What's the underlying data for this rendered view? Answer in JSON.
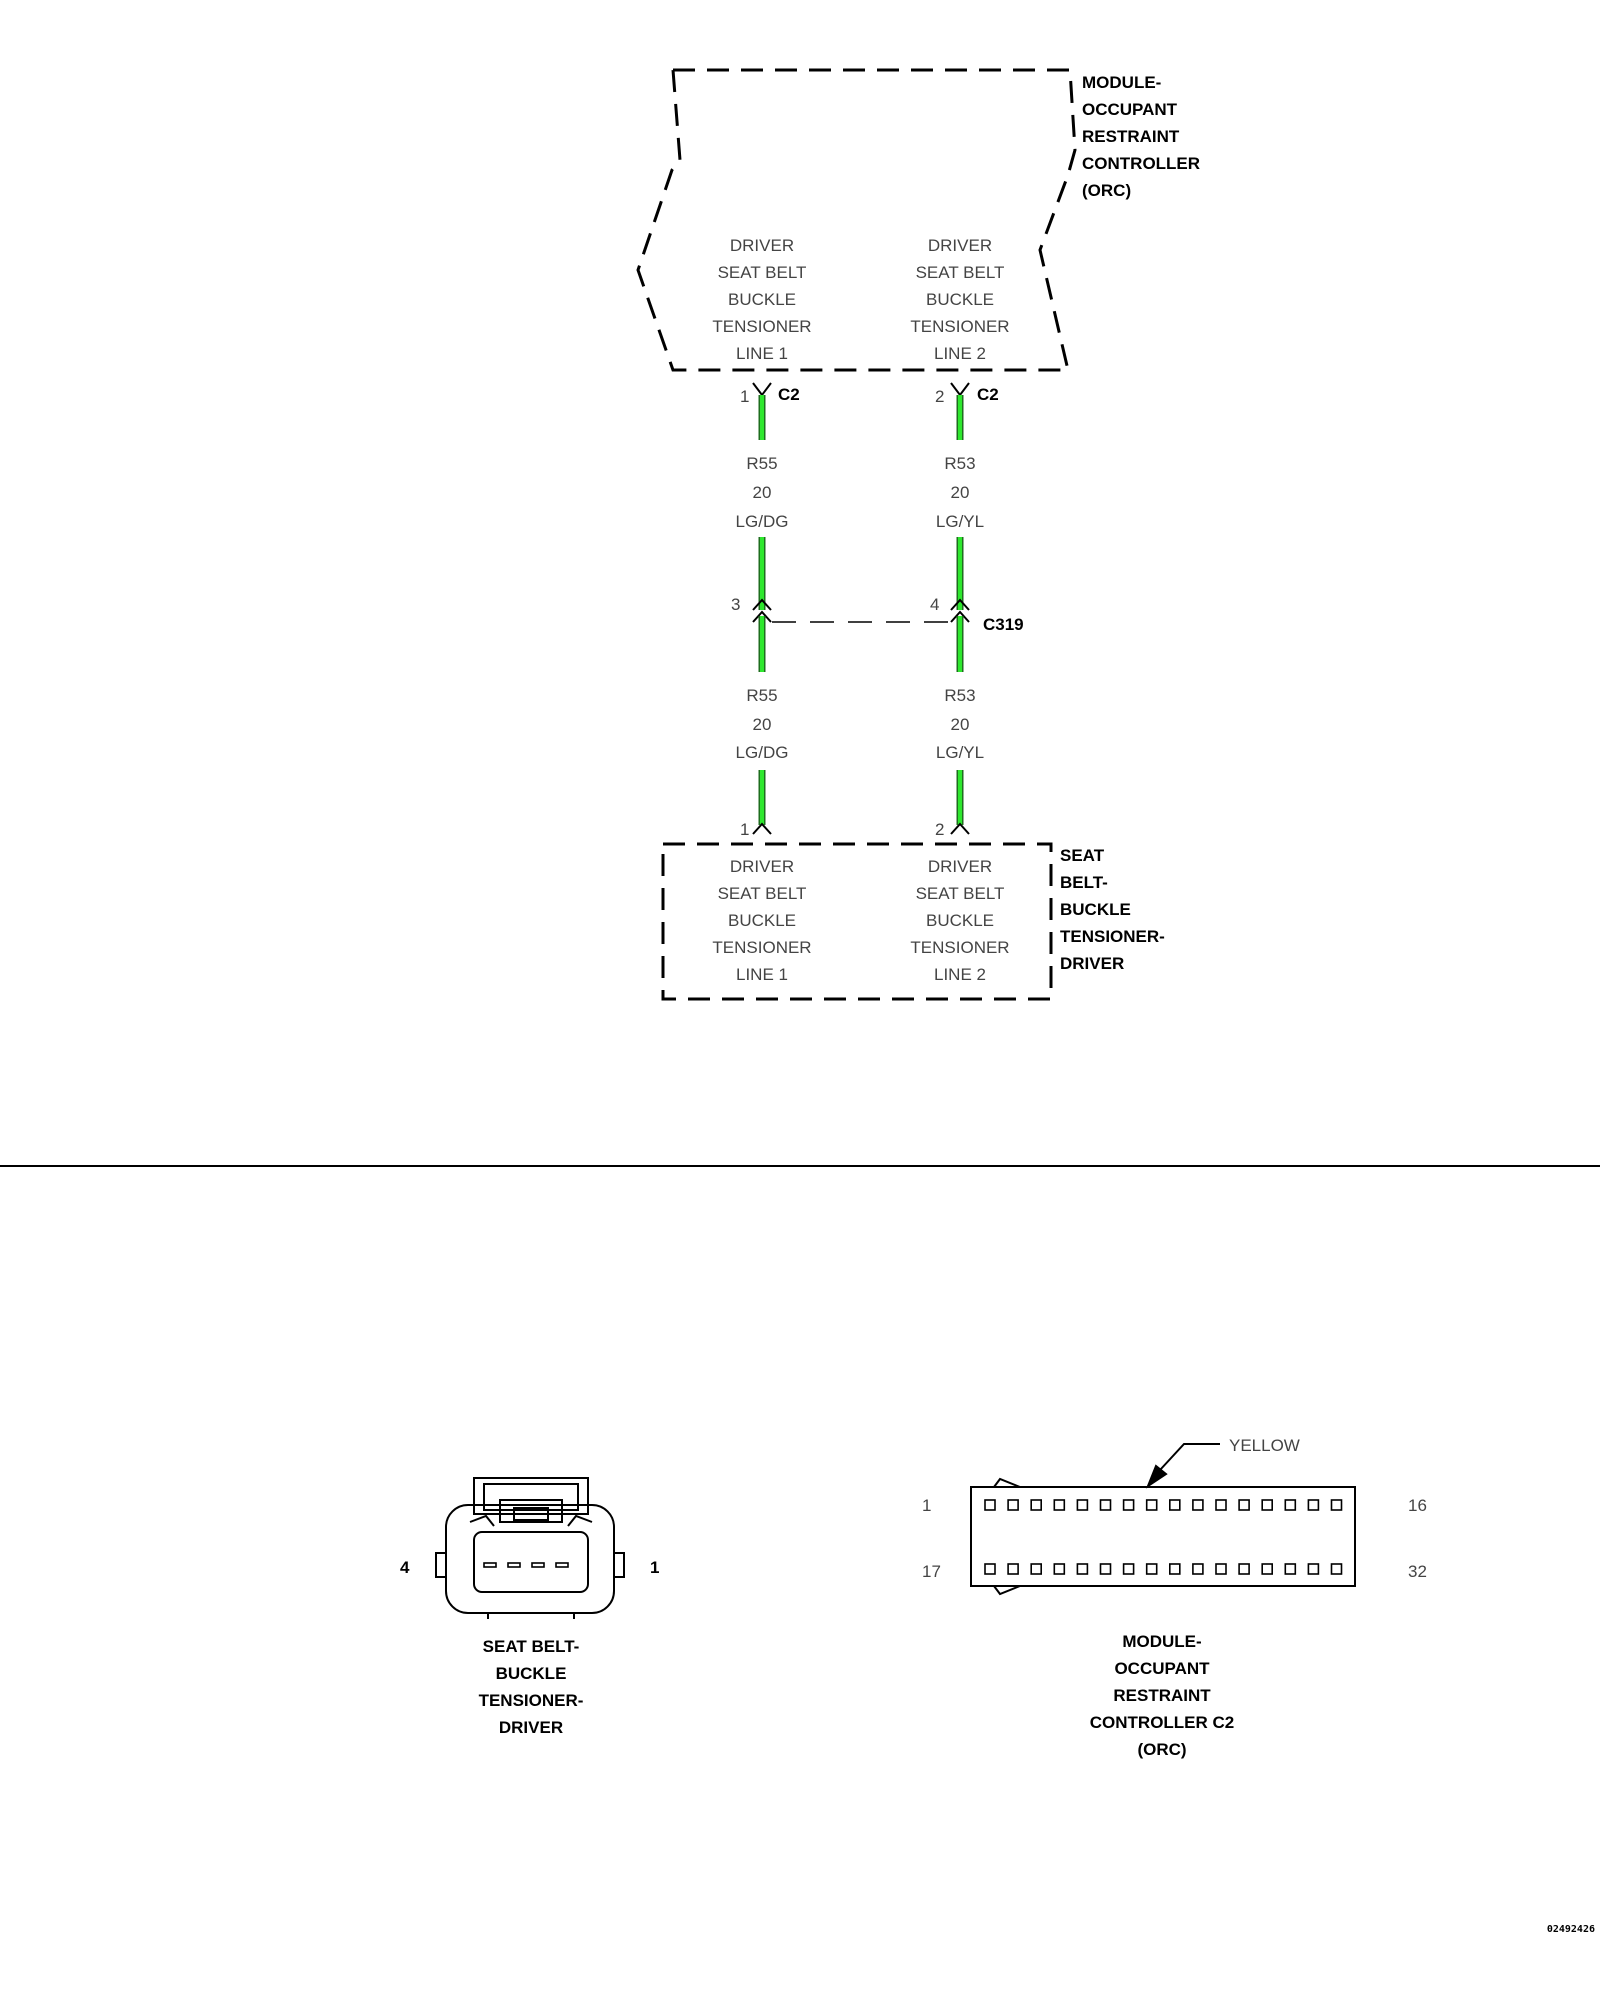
{
  "top_module": {
    "title_lines": [
      "MODULE-",
      "OCCUPANT",
      "RESTRAINT",
      "CONTROLLER",
      "(ORC)"
    ],
    "pin_left_lines": [
      "DRIVER",
      "SEAT BELT",
      "BUCKLE",
      "TENSIONER",
      "LINE 1"
    ],
    "pin_right_lines": [
      "DRIVER",
      "SEAT BELT",
      "BUCKLE",
      "TENSIONER",
      "LINE 2"
    ]
  },
  "connector_c2": {
    "name": "C2",
    "left_pin": "1",
    "right_pin": "2"
  },
  "wires_upper": {
    "left": {
      "circuit": "R55",
      "gauge": "20",
      "color": "LG/DG"
    },
    "right": {
      "circuit": "R53",
      "gauge": "20",
      "color": "LG/YL"
    }
  },
  "connector_c319": {
    "name": "C319",
    "left_pin": "3",
    "right_pin": "4"
  },
  "wires_lower": {
    "left": {
      "circuit": "R55",
      "gauge": "20",
      "color": "LG/DG"
    },
    "right": {
      "circuit": "R53",
      "gauge": "20",
      "color": "LG/YL"
    }
  },
  "bottom_module": {
    "left_pin": "1",
    "right_pin": "2",
    "title_lines": [
      "SEAT",
      "BELT-",
      "BUCKLE",
      "TENSIONER-",
      "DRIVER"
    ],
    "pin_left_lines": [
      "DRIVER",
      "SEAT BELT",
      "BUCKLE",
      "TENSIONER",
      "LINE 1"
    ],
    "pin_right_lines": [
      "DRIVER",
      "SEAT BELT",
      "BUCKLE",
      "TENSIONER",
      "LINE 2"
    ]
  },
  "face_tensioner": {
    "left_pin": "4",
    "right_pin": "1",
    "title_lines": [
      "SEAT BELT-",
      "BUCKLE",
      "TENSIONER-",
      "DRIVER"
    ]
  },
  "face_orc": {
    "color_label": "YELLOW",
    "top_left_pin": "1",
    "top_right_pin": "16",
    "bottom_left_pin": "17",
    "bottom_right_pin": "32",
    "title_lines": [
      "MODULE-",
      "OCCUPANT",
      "RESTRAINT",
      "CONTROLLER C2",
      "(ORC)"
    ]
  },
  "figure_id": "02492426",
  "colors": {
    "wire_fill": "#2ee82e",
    "wire_border": "#1e6e1e",
    "line": "#000000"
  }
}
